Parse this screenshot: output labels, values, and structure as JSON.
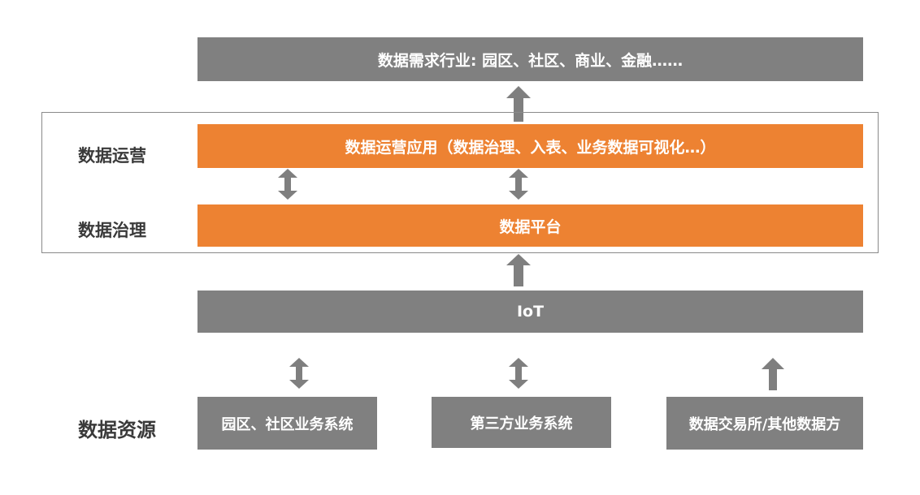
{
  "layers": {
    "demand": "数据需求行业: 园区、社区、商业、金融……",
    "operation_app": "数据运营应用（数据治理、入表、业务数据可视化…）",
    "platform": "数据平台",
    "iot": "IoT"
  },
  "side_labels": {
    "operation": "数据运营",
    "governance": "数据治理",
    "sources": "数据资源"
  },
  "sources": [
    {
      "label": "园区、社区业务系统"
    },
    {
      "label": "第三方业务系统"
    },
    {
      "label": "数据交易所/其他数据方"
    }
  ],
  "colors": {
    "gray": "#808080",
    "orange": "#ed8232",
    "arrow": "#7f7f7f",
    "frame": "#8a8a8a",
    "label_text": "#3a3a3a"
  }
}
